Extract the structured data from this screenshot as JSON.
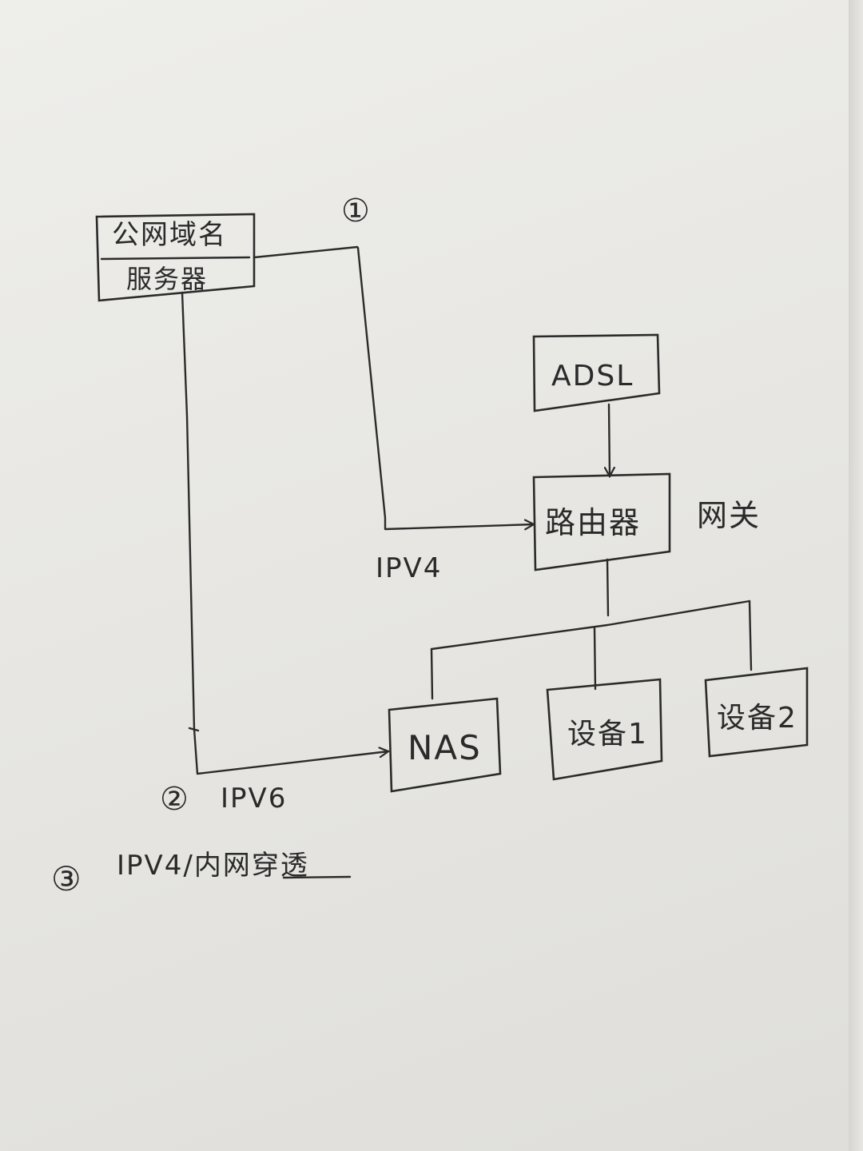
{
  "server": {
    "line1": "公网域名",
    "line2": "服务器"
  },
  "nodes": {
    "adsl": "ADSL",
    "router": "路由器",
    "gateway": "网关",
    "nas": "NAS",
    "device1": "设备1",
    "device2": "设备2"
  },
  "labels": {
    "marker1": "①",
    "ipv4_path": "IPV4",
    "marker2": "②",
    "ipv6_path": "IPV6",
    "marker3": "③",
    "ipv4_tunnel": "IPV4/内网穿透"
  },
  "colors": {
    "ink": "#2b2b2b",
    "paper": "#e8e7e3"
  }
}
